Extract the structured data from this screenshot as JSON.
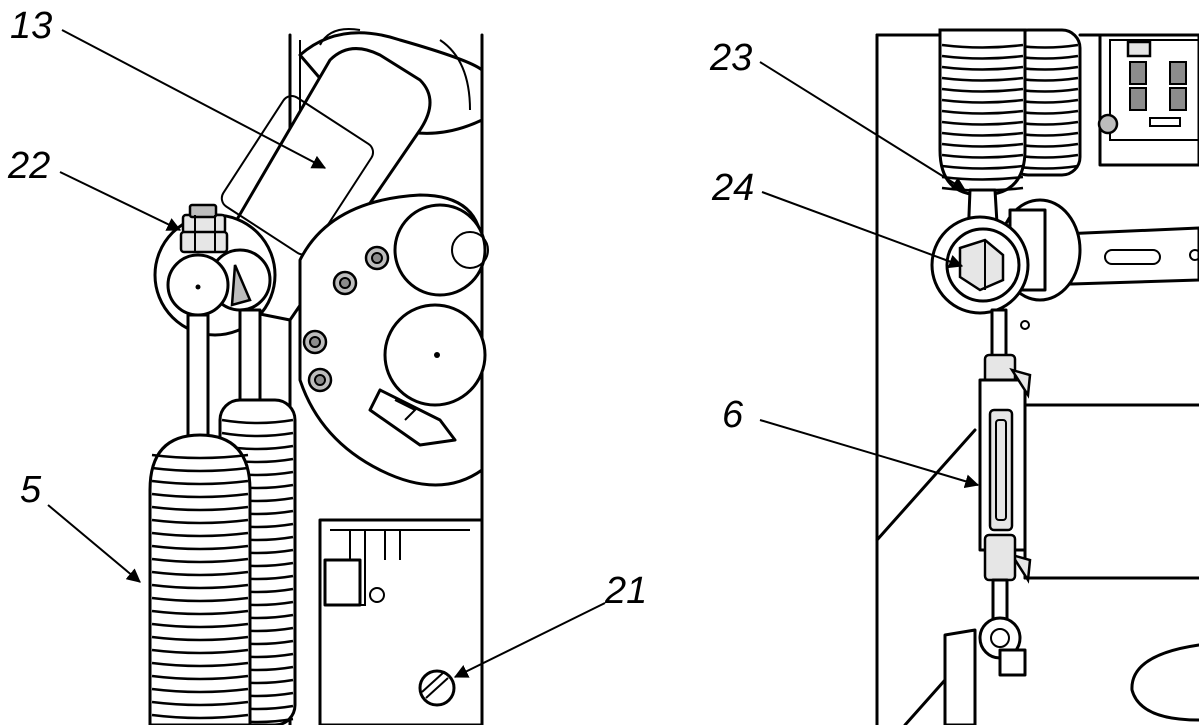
{
  "callouts": {
    "c13": "13",
    "c22": "22",
    "c5": "5",
    "c21": "21",
    "c23": "23",
    "c24": "24",
    "c6": "6"
  }
}
